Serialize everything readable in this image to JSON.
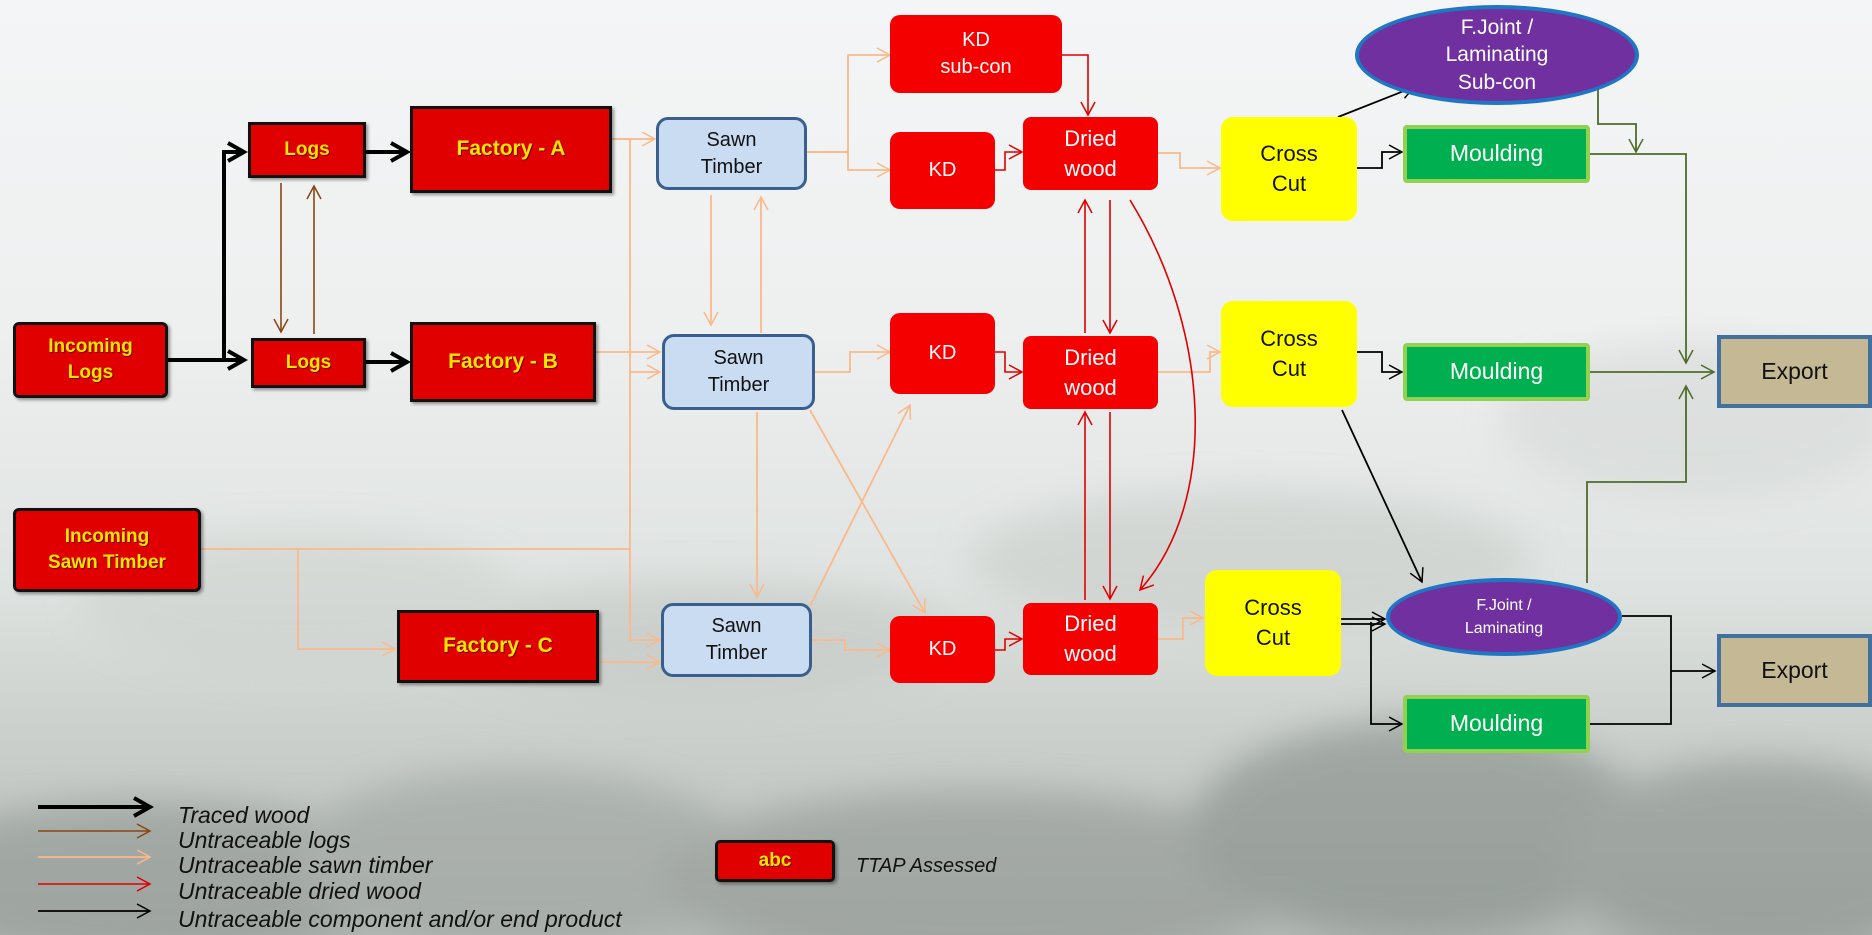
{
  "nodes": {
    "incoming_logs": "Incoming\nLogs",
    "incoming_sawn": "Incoming\nSawn Timber",
    "logs_top": "Logs",
    "logs_mid": "Logs",
    "factory_a": "Factory - A",
    "factory_b": "Factory - B",
    "factory_c": "Factory - C",
    "sawn_1": "Sawn\nTimber",
    "sawn_2": "Sawn\nTimber",
    "sawn_3": "Sawn\nTimber",
    "kd_subcon": "KD\nsub-con",
    "kd_1": "KD",
    "kd_2": "KD",
    "kd_3": "KD",
    "dried_1": "Dried\nwood",
    "dried_2": "Dried\nwood",
    "dried_3": "Dried\nwood",
    "cross_1": "Cross\nCut",
    "cross_2": "Cross\nCut",
    "cross_3": "Cross\nCut",
    "fj_subcon": "F.Joint /\nLaminating\nSub-con",
    "fj_lam": "F.Joint /\nLaminating",
    "moulding_1": "Moulding",
    "moulding_2": "Moulding",
    "moulding_3": "Moulding",
    "export_1": "Export",
    "export_2": "Export"
  },
  "legend": {
    "traced": "Traced  wood",
    "logs": "Untraceable logs",
    "sawn": "Untraceable sawn timber",
    "dried": "Untraceable dried wood",
    "component": "Untraceable component and/or end product",
    "ttap_sample": "abc",
    "ttap_label": "TTAP  Assessed"
  },
  "colors": {
    "traced": "#000000",
    "logs": "#8b4513",
    "sawn": "#f9b98a",
    "dried": "#e00000",
    "component": "#000000",
    "export_path": "#4f6b2a"
  }
}
